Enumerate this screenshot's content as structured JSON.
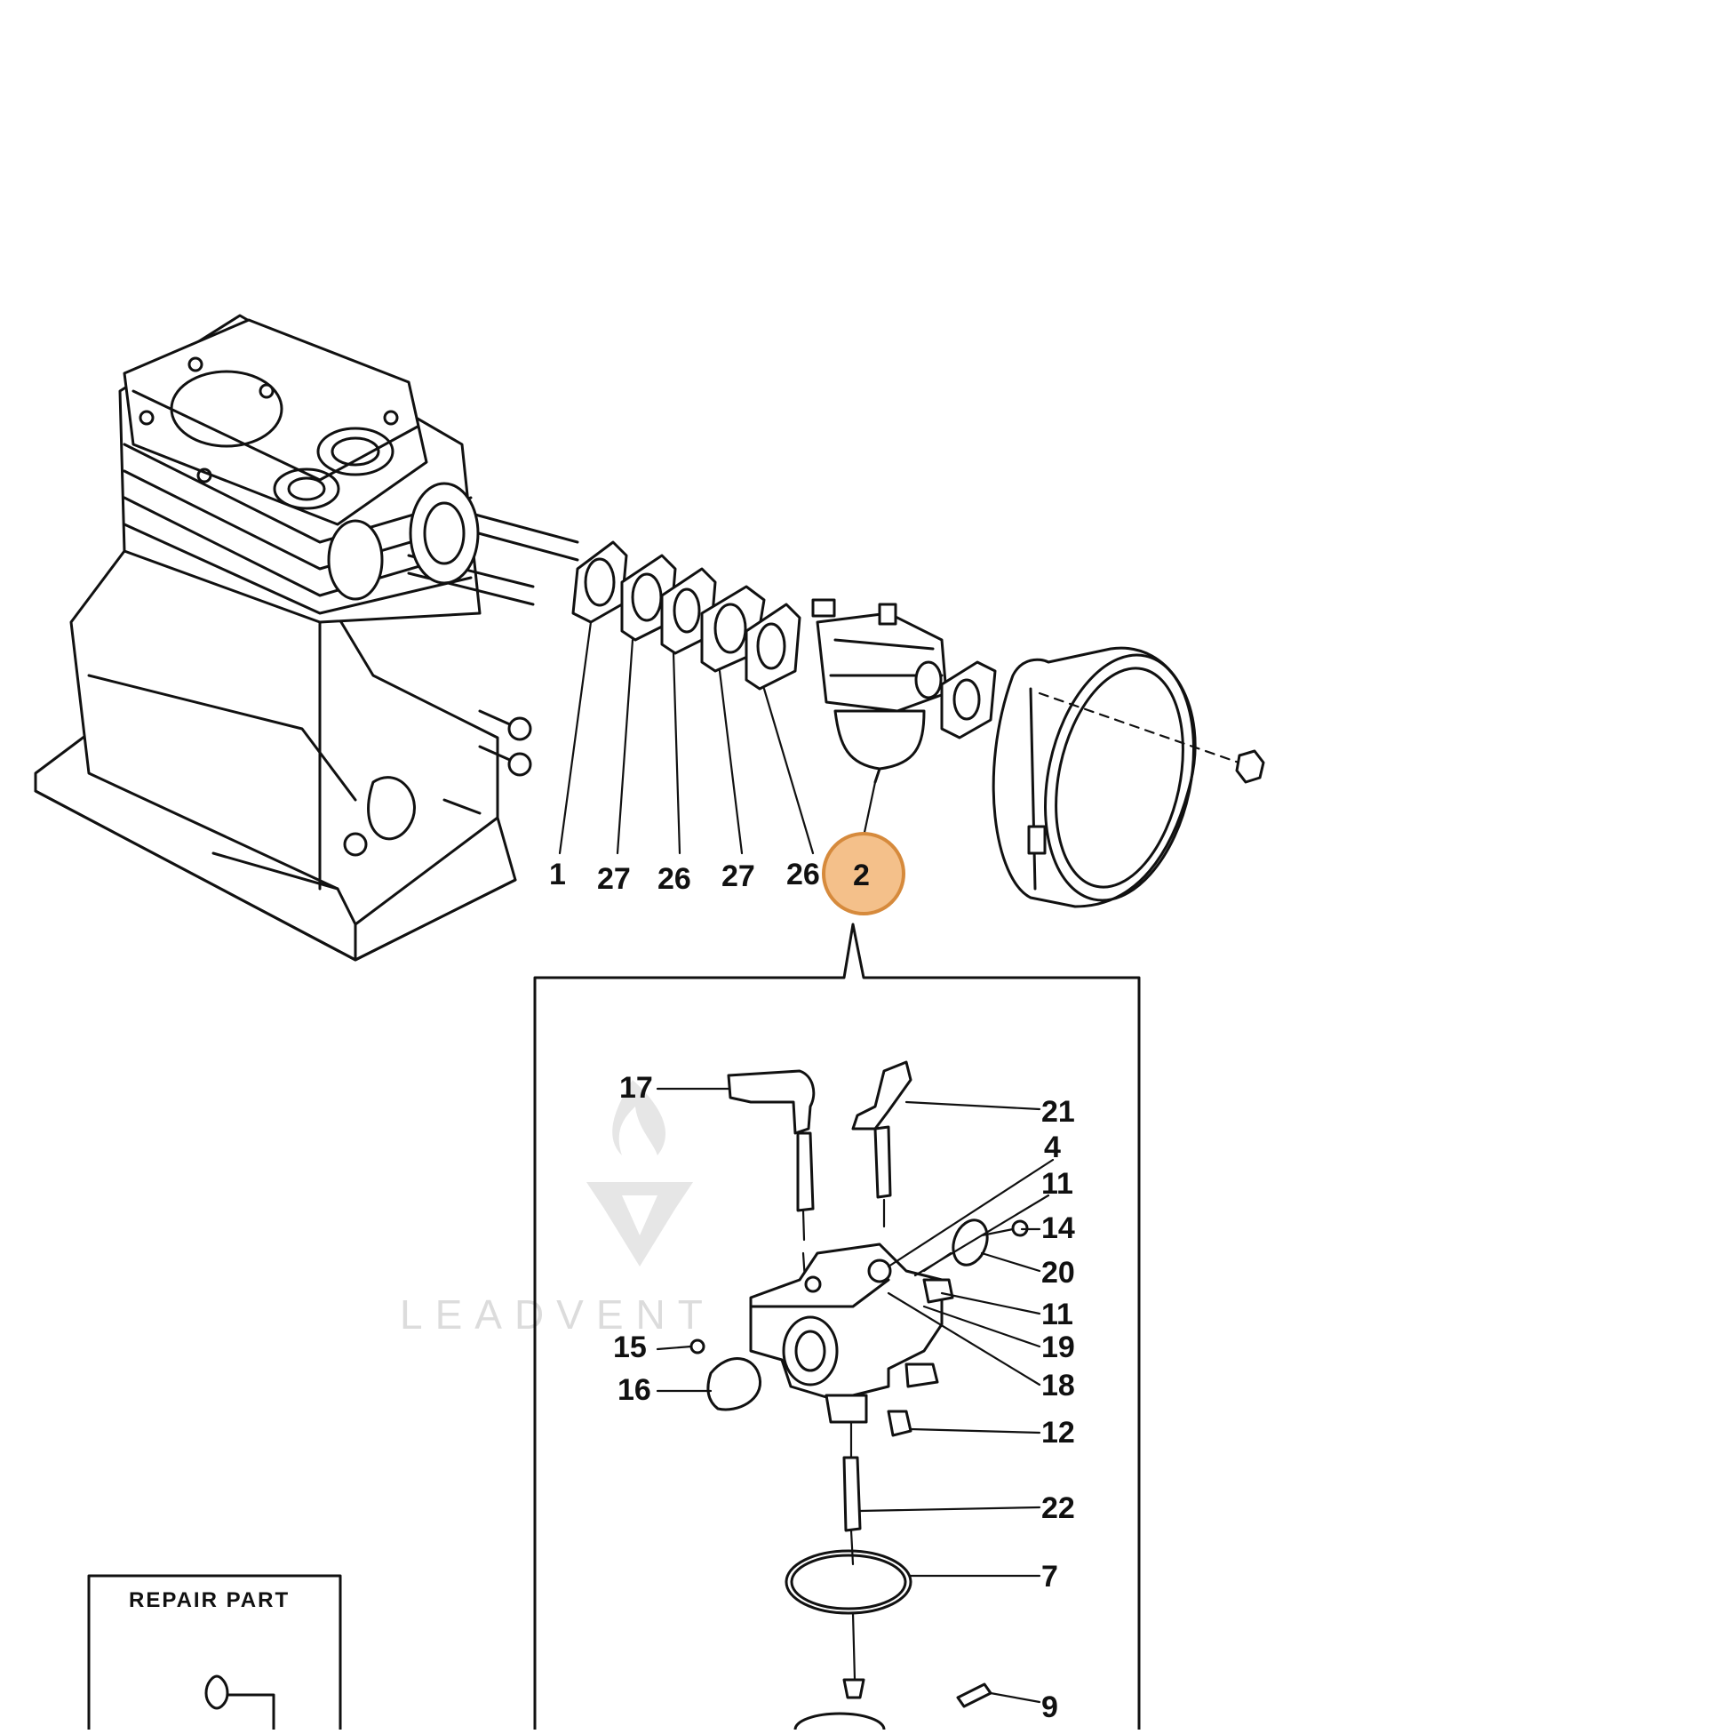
{
  "colors": {
    "ink": "#111111",
    "highlight_fill": "#f4c08a",
    "highlight_stroke": "#d68a3c",
    "watermark": "#dcdcdc"
  },
  "callouts_top": {
    "c1": "1",
    "c27a": "27",
    "c26a": "26",
    "c27b": "27",
    "c26b": "26",
    "c2": "2"
  },
  "callouts_detail": {
    "c17": "17",
    "c21": "21",
    "c4": "4",
    "c11a": "11",
    "c14": "14",
    "c20": "20",
    "c11b": "11",
    "c19": "19",
    "c18": "18",
    "c15": "15",
    "c16": "16",
    "c12": "12",
    "c22": "22",
    "c7": "7",
    "c9": "9"
  },
  "repair_box": {
    "title": "REPAIR PART"
  },
  "watermark": {
    "text": "LEADVENT",
    "logo_icon": "flame-v-logo-icon"
  }
}
